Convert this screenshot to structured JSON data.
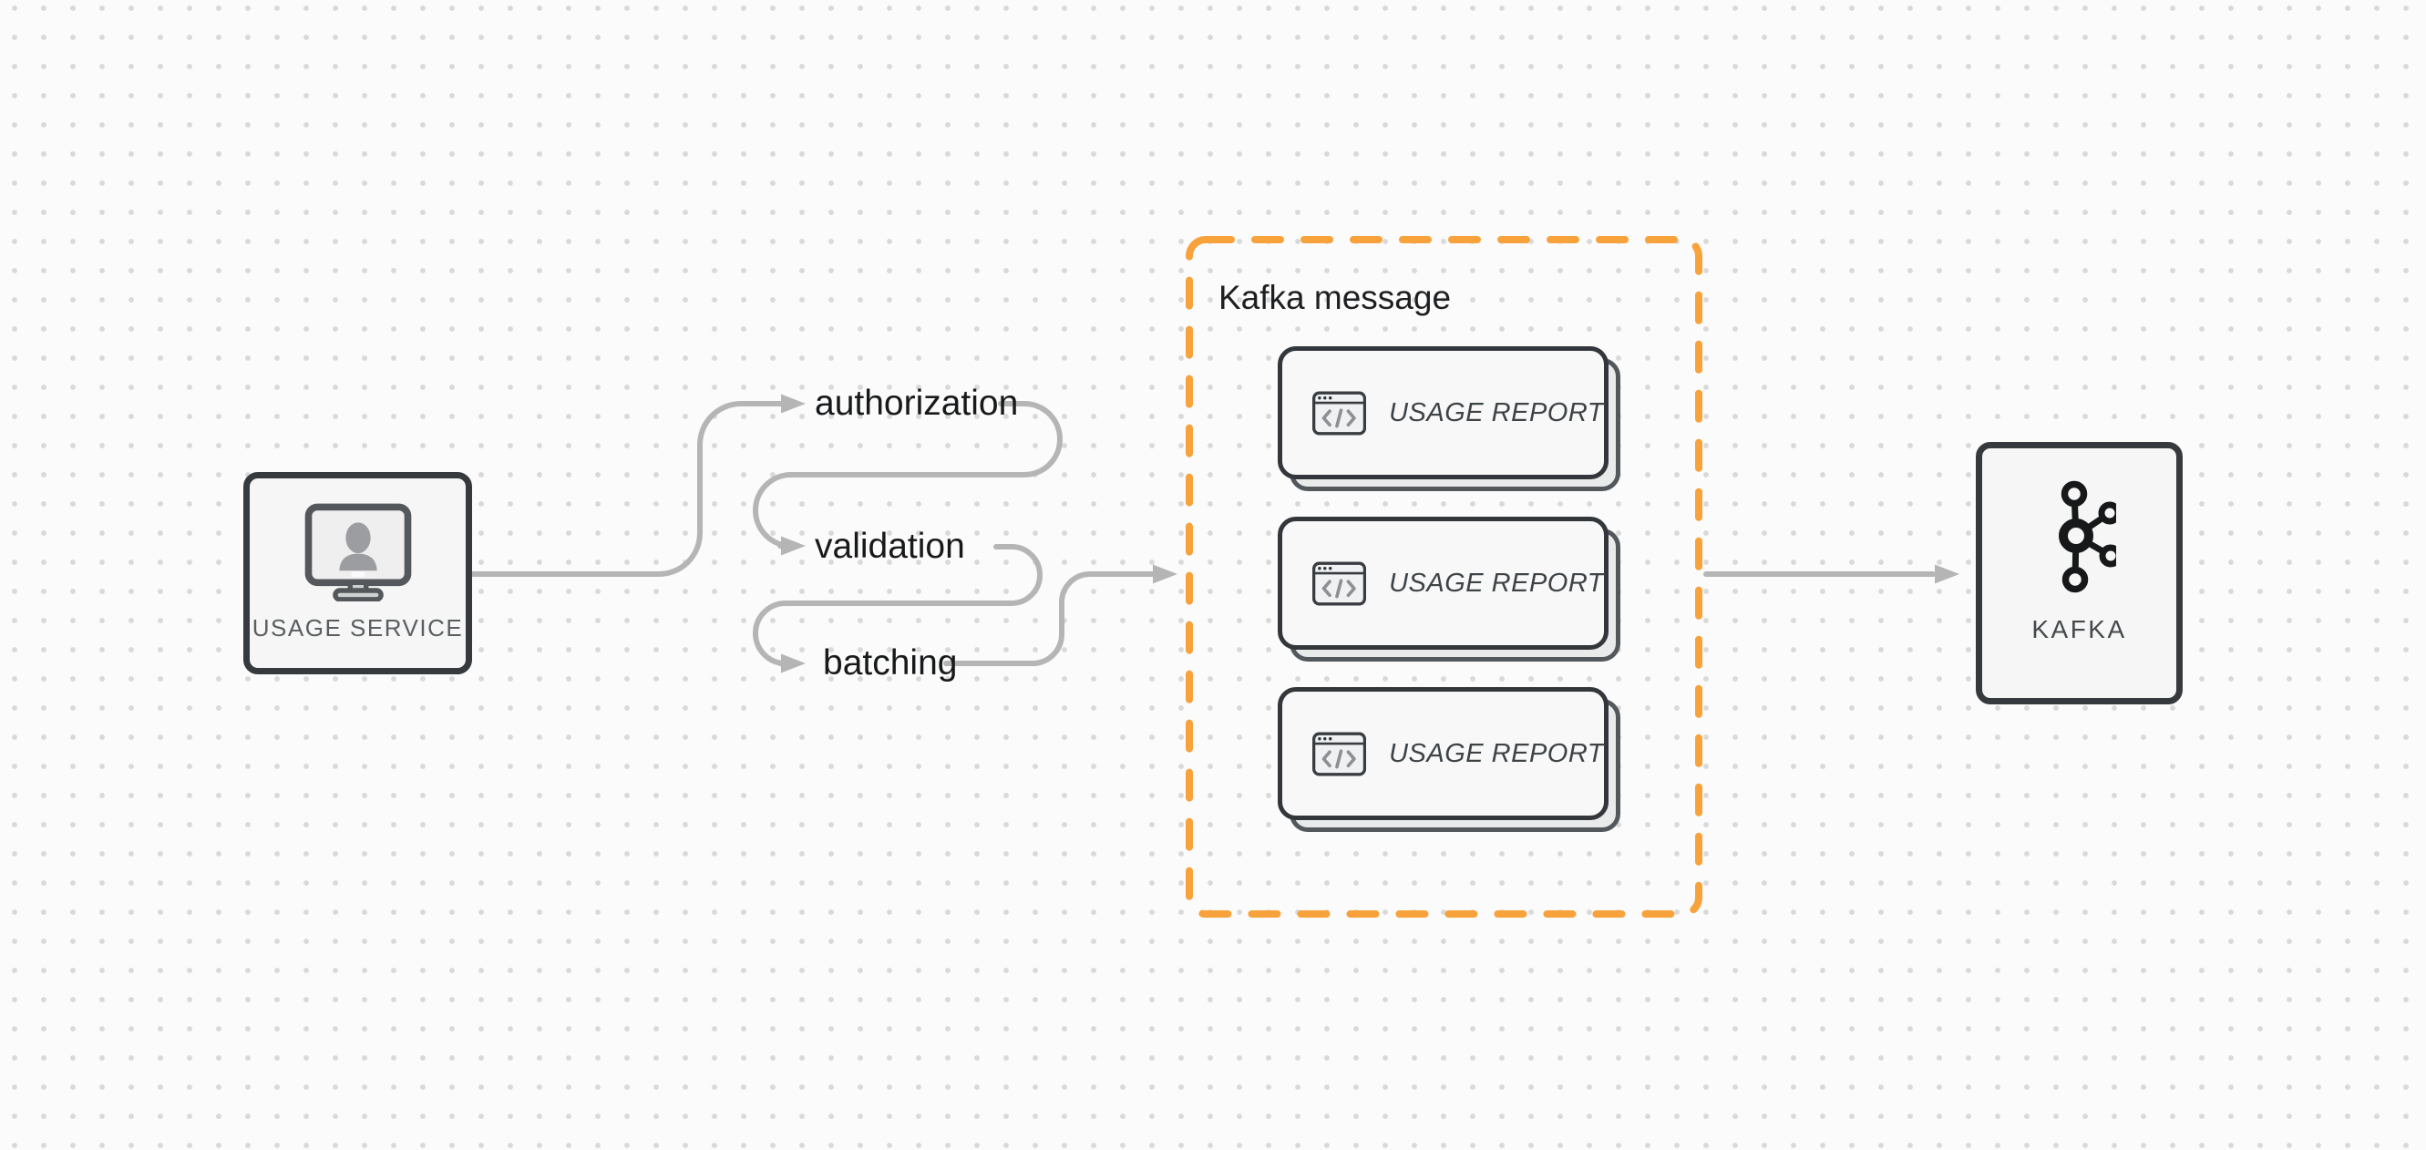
{
  "canvas": {
    "background_color": "#fbfbfb",
    "dot_color": "#d9d9d9"
  },
  "colors": {
    "accent_orange": "#F8A23B",
    "arrow_gray": "#b5b5b5",
    "node_border": "#363a3e",
    "node_fill": "#f5f6f5"
  },
  "usage_service": {
    "label": "USAGE SERVICE",
    "icon": "monitor-user-icon"
  },
  "pipeline_steps": [
    {
      "label": "authorization"
    },
    {
      "label": "validation"
    },
    {
      "label": "batching"
    }
  ],
  "kafka_message": {
    "title": "Kafka message",
    "cards": [
      {
        "icon": "code-window-icon",
        "label": "USAGE REPORT"
      },
      {
        "icon": "code-window-icon",
        "label": "USAGE REPORT"
      },
      {
        "icon": "code-window-icon",
        "label": "USAGE REPORT"
      }
    ]
  },
  "kafka": {
    "label": "KAFKA",
    "icon": "kafka-logo-icon"
  }
}
